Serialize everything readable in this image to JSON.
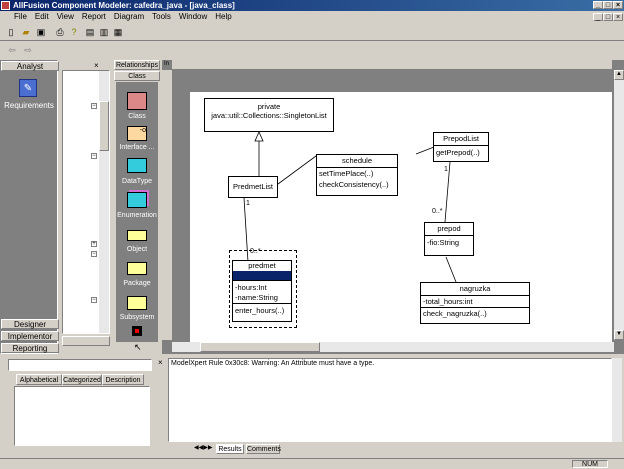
{
  "window": {
    "title": "AllFusion Component Modeler: cafedra_java - [java_class]"
  },
  "menu": [
    "File",
    "Edit",
    "View",
    "Report",
    "Diagram",
    "Tools",
    "Window",
    "Help"
  ],
  "left_panel": {
    "top_tab": "Analyst",
    "item": "Requirements",
    "bottom_tabs": [
      "Designer",
      "Implementor",
      "Reporting"
    ]
  },
  "palette": {
    "header": "Relationships",
    "sub_header": "Class",
    "items": [
      "Class",
      "Interface ...",
      "DataType",
      "Enumeration",
      "Object",
      "Package",
      "Subsystem"
    ]
  },
  "ruler": {
    "label": "In"
  },
  "diagram": {
    "private_box": {
      "name": "private",
      "line2": "java::util::Collections::SingletonList"
    },
    "prepodlist": {
      "name": "PrepodList",
      "op": "getPrepod(..)"
    },
    "schedule": {
      "name": "schedule",
      "ops": [
        "setTimePlace(..)",
        "checkConsistency(..)"
      ]
    },
    "predmetlist": {
      "name": "PredmetList"
    },
    "prepod": {
      "name": "prepod",
      "attr": "-fio:String"
    },
    "predmet": {
      "name": "predmet",
      "attrs": [
        "-hours:Int",
        "-name:String"
      ],
      "op": "enter_hours(..)"
    },
    "nagruzka": {
      "name": "nagruzka",
      "attr": "-total_hours:int",
      "op": "check_nagruzka(..)"
    },
    "mult": {
      "m1": "1",
      "m0n": "0..*",
      "m1b": "1",
      "m0nb": "0..*"
    }
  },
  "props": {
    "tabs": [
      "Alphabetical",
      "Categorized",
      "Description"
    ]
  },
  "output": {
    "message": "ModelXpert Rule 0x30c8: Warning: An Attribute must have a type.",
    "tabs": [
      "Results",
      "Comments"
    ]
  },
  "status": {
    "num": "NUM"
  }
}
